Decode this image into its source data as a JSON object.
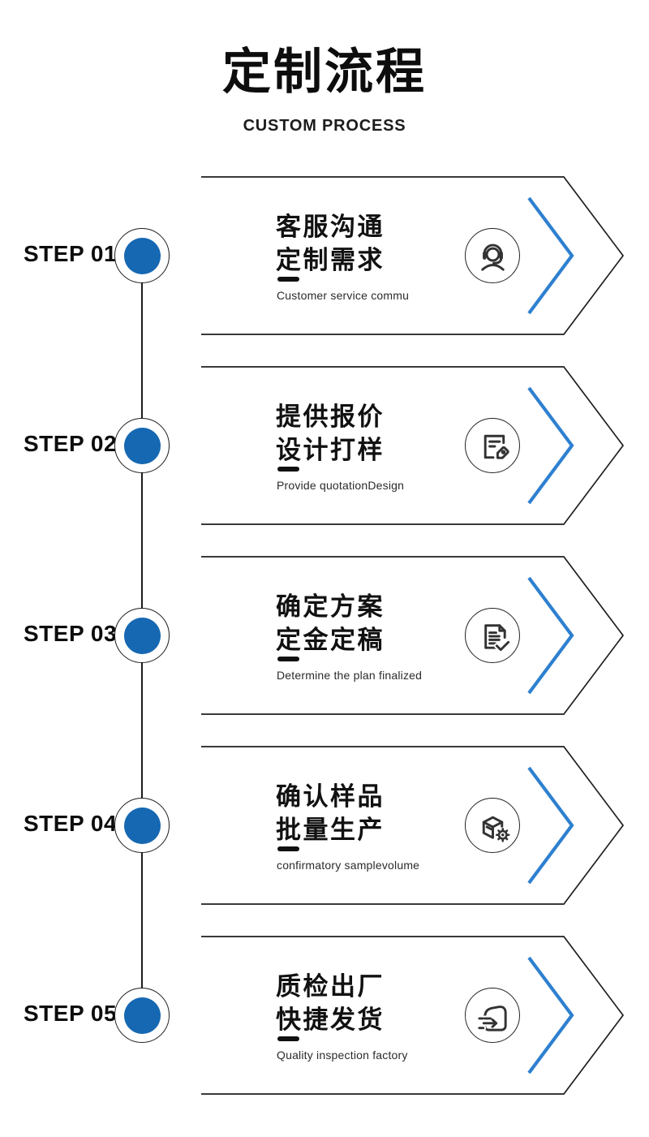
{
  "header": {
    "title": "定制流程",
    "subtitle": "CUSTOM PROCESS"
  },
  "colors": {
    "accent-blue": "#1668b2",
    "chevron-blue": "#2e80d0",
    "line-dark": "#1f1f1f",
    "icon-dark": "#333333"
  },
  "steps": [
    {
      "label": "STEP 01",
      "title_line1": "客服沟通",
      "title_line2": "定制需求",
      "subtitle": "Customer service commu",
      "icon": "customer-service-headset-icon"
    },
    {
      "label": "STEP 02",
      "title_line1": "提供报价",
      "title_line2": "设计打样",
      "subtitle": "Provide quotationDesign",
      "icon": "quotation-document-tag-icon"
    },
    {
      "label": "STEP 03",
      "title_line1": "确定方案",
      "title_line2": "定金定稿",
      "subtitle": "Determine the plan finalized",
      "icon": "document-check-icon"
    },
    {
      "label": "STEP 04",
      "title_line1": "确认样品",
      "title_line2": "批量生产",
      "subtitle": "confirmatory samplevolume",
      "icon": "production-box-gear-icon"
    },
    {
      "label": "STEP 05",
      "title_line1": "质检出厂",
      "title_line2": "快捷发货",
      "subtitle": "Quality inspection factory",
      "icon": "fast-delivery-icon"
    }
  ]
}
